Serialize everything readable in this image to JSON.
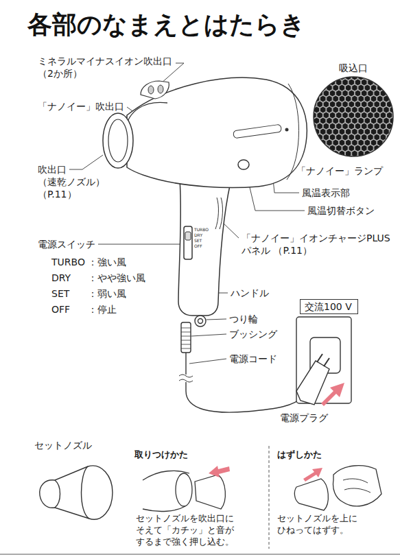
{
  "diagram": {
    "title": "各部のなまえとはたらき",
    "nodes": [
      {
        "text": [
          "交流100 V"
        ]
      }
    ],
    "labels": [
      "ミネラルマイナスイオン吹出口 （2か所）",
      "吸込口",
      "「ナノイー」吹出口",
      "「ナノイー」ランプ",
      "吹出口 （速乾ノズル） （P.11）",
      "風温表示部",
      "風温切替ボタン",
      "「ナノイー」イオンチャージPLUS パネル （P.11）",
      "電源スイッチ",
      "TURBO",
      "：強い風",
      "DRY",
      "：やや強い風",
      "SET",
      "：弱い風",
      "OFF",
      "：停止",
      "ハンドル",
      "つり輪",
      "ブッシング",
      "電源コード",
      "電源プラグ",
      "TURBO",
      "DRY",
      "SET",
      "OFF",
      "セットノズル",
      "取りつけかた",
      "セットノズルを吹出口に そえて「カチッ」と音が するまで強く押し込む。",
      "はずしかた",
      "セットノズルを上に ひねってはずす。"
    ]
  }
}
